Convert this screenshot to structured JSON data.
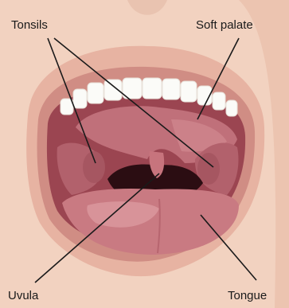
{
  "labels": {
    "tonsils": "Tonsils",
    "soft_palate": "Soft palate",
    "uvula": "Uvula",
    "tongue": "Tongue"
  },
  "colors": {
    "skin": "#f2d2c0",
    "skin_shadow": "#e6b9a2",
    "outer_lip": "#e7b3a2",
    "lip_inner": "#d08d84",
    "mouth_cavity": "#9b4551",
    "mouth_dark": "#6f2a36",
    "throat": "#2b0d12",
    "palate": "#c0707a",
    "tongue": "#c97a82",
    "tongue_light": "#d89399",
    "teeth": "#fbfbf8",
    "leader_line": "#1a1a1a"
  }
}
